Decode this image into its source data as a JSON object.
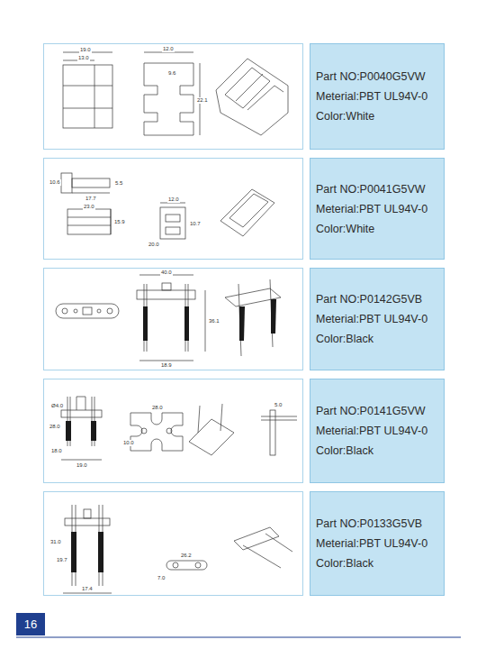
{
  "diagram": {
    "nodes": [
      {
        "text": [
          "Part NO:P0040G5VW",
          "Meterial:PBT UL94V-0",
          "Color:White"
        ]
      },
      {
        "text": [
          "Part NO:P0041G5VW",
          "Meterial:PBT UL94V-0",
          "Color:White"
        ]
      },
      {
        "text": [
          "Part NO:P0142G5VB",
          "Meterial:PBT UL94V-0",
          "Color:Black"
        ]
      },
      {
        "text": [
          "Part NO:P0141G5VW",
          "Meterial:PBT UL94V-0",
          "Color:Black"
        ]
      },
      {
        "text": [
          "Part NO:P0133G5VB",
          "Meterial:PBT UL94V-0",
          "Color:Black"
        ]
      },
      {
        "text": [
          "16"
        ]
      }
    ],
    "labels": [
      "19.0",
      "13.0",
      "12.0",
      "9.6",
      "22.1",
      "10.6",
      "5.5",
      "17.7",
      "23.0",
      "15.9",
      "12.0",
      "20.0",
      "10.7",
      "40.0",
      "36.1",
      "18.9",
      "Ø4.0",
      "28.0",
      "18.0",
      "19.0",
      "28.0",
      "10.0",
      "5.0",
      "31.0",
      "19.7",
      "17.4",
      "26.2",
      "7.0"
    ]
  }
}
